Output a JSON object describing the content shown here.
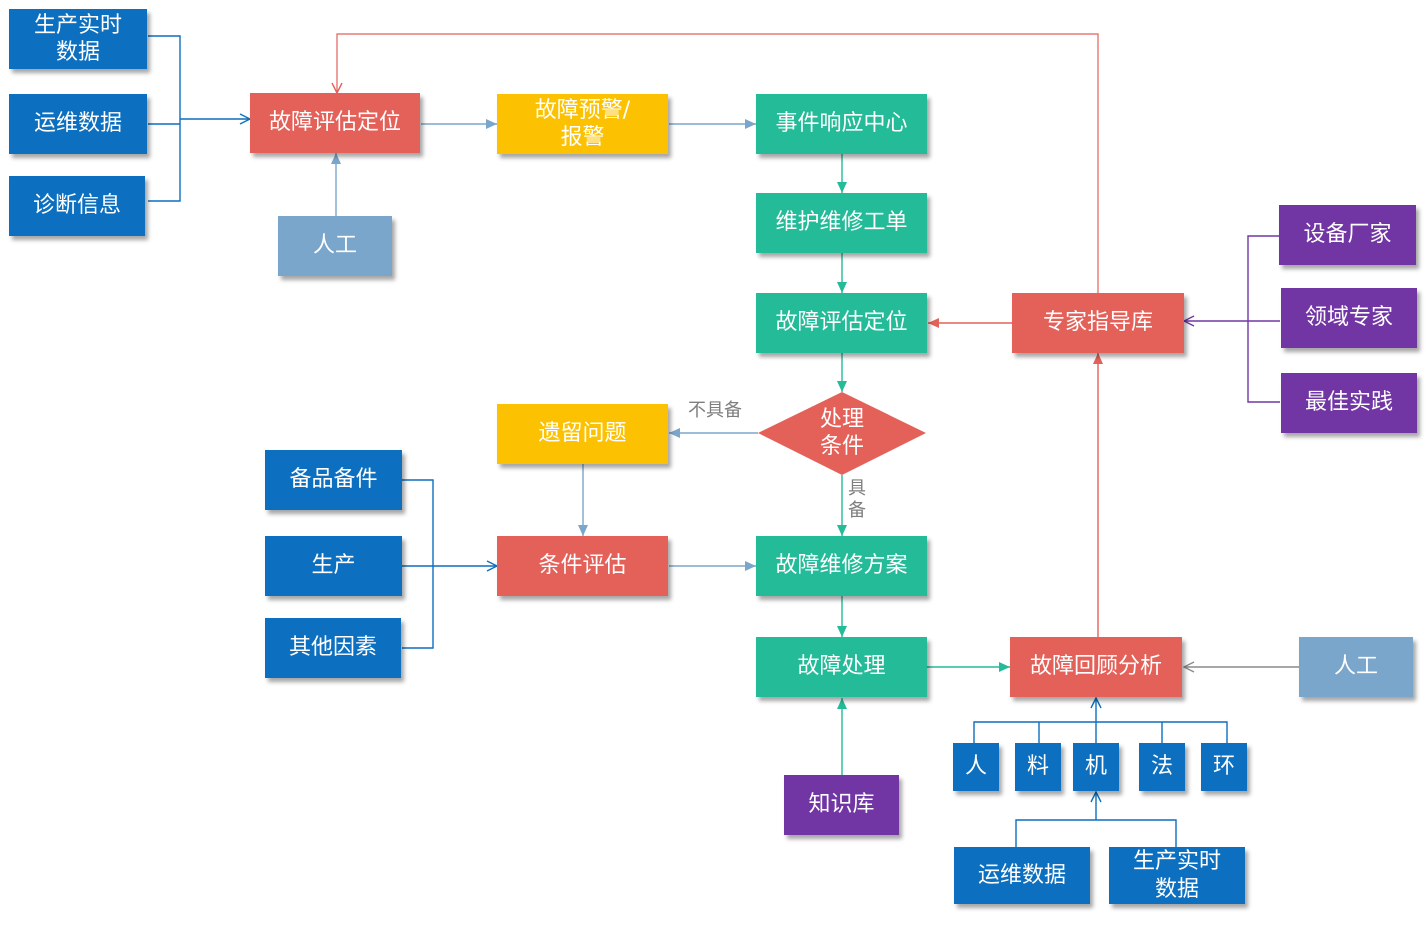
{
  "colors": {
    "blue": "#0d6fbf",
    "red": "#e4615a",
    "yellow": "#fcc100",
    "teal": "#24bb98",
    "grayblue": "#7ba6cb",
    "purple": "#7136a4",
    "line_blue": "#0d6fbf",
    "line_red": "#e4615a",
    "line_teal": "#24bb98",
    "line_grayblue": "#7ba6cb",
    "line_purple": "#7136a4",
    "line_gray": "#8a8a8a"
  },
  "nodes": {
    "prod_rt_left": "生产实时\n数据",
    "ops_left": "运维数据",
    "diag_info": "诊断信息",
    "fault_eval_top": "故障评估定位",
    "manual_left": "人工",
    "fault_warning": "故障预警/\n报警",
    "event_center": "事件响应中心",
    "work_order": "维护维修工单",
    "fault_eval_mid": "故障评估定位",
    "expert_lib": "专家指导库",
    "vendor": "设备厂家",
    "domain_expert": "领域专家",
    "best_practice": "最佳实践",
    "legacy_issue": "遗留问题",
    "spare_parts": "备品备件",
    "production": "生产",
    "other_factors": "其他因素",
    "cond_eval": "条件评估",
    "repair_plan": "故障维修方案",
    "fault_handle": "故障处理",
    "review": "故障回顾分析",
    "manual_right": "人工",
    "knowledge": "知识库",
    "man": "人",
    "material": "料",
    "machine": "机",
    "method": "法",
    "env": "环",
    "ops_bottom": "运维数据",
    "prod_rt_bottom": "生产实时\n数据"
  },
  "decision": {
    "label": "处理\n条件"
  },
  "edge_labels": {
    "not_have": "不具备",
    "have": "具\n备"
  }
}
